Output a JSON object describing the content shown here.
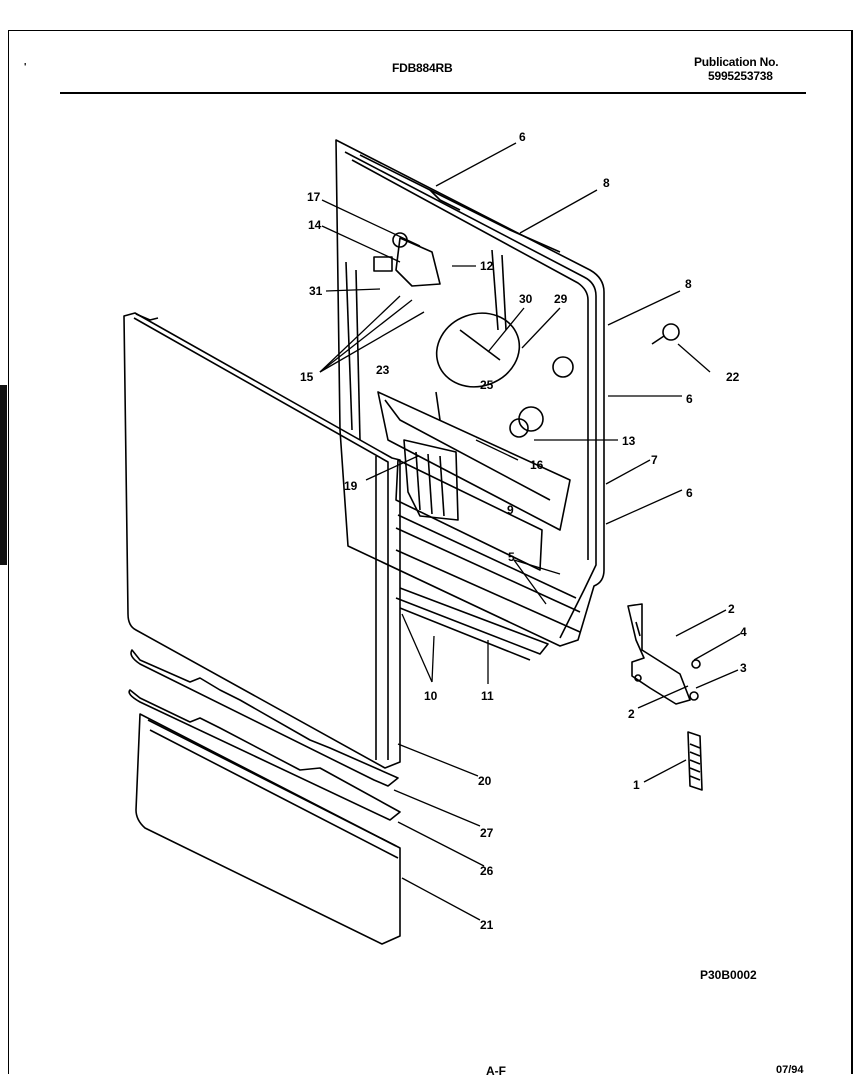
{
  "header": {
    "model": "FDB884RB",
    "publication_label": "Publication No.",
    "publication_number": "5995253738"
  },
  "diagram": {
    "code": "P30B0002",
    "callouts": [
      "6",
      "8",
      "17",
      "14",
      "12",
      "31",
      "30",
      "29",
      "8",
      "22",
      "15",
      "23",
      "25",
      "6",
      "13",
      "16",
      "7",
      "19",
      "6",
      "9",
      "5",
      "2",
      "4",
      "3",
      "10",
      "11",
      "2",
      "1",
      "20",
      "27",
      "26",
      "21"
    ]
  },
  "footer": {
    "left": "A-F",
    "right": "07/94"
  }
}
